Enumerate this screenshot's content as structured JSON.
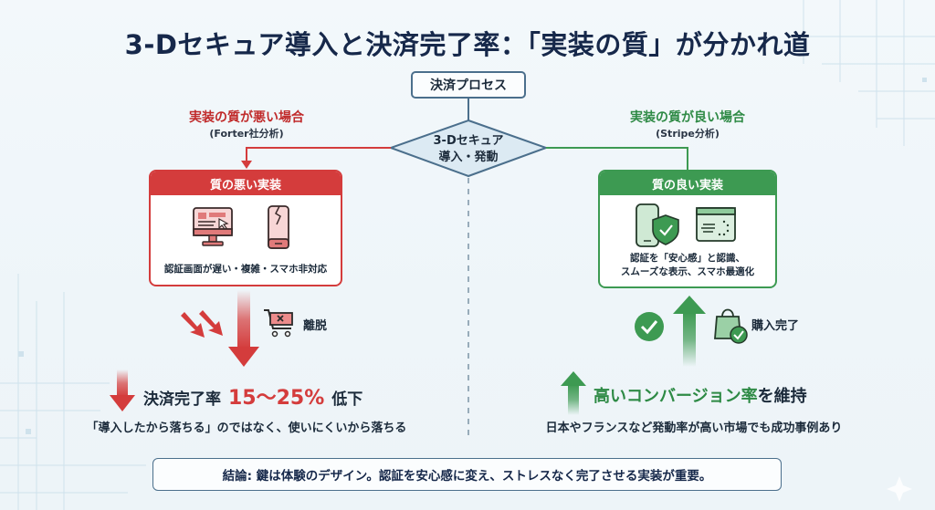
{
  "title": "3-Dセキュア導入と決済完了率：「実装の質」が分かれ道",
  "flow": {
    "process_label": "決済プロセス",
    "decision_line1": "3-Dセキュア",
    "decision_line2": "導入・発動"
  },
  "bad_side": {
    "heading": "実装の質が悪い場合",
    "source": "(Forter社分析)",
    "card_title": "質の悪い実装",
    "icons": [
      "monitor-with-cursor-icon",
      "cracked-phone-icon"
    ],
    "card_text": "認証画面が遅い・複雑・スマホ非対応",
    "cart_label": "離脱",
    "result_prefix": "決済完了率",
    "result_value": "15〜25%",
    "result_suffix": "低下",
    "note": "「導入したから落ちる」のではなく、使いにくいから落ちる",
    "color": "#d43c3c"
  },
  "good_side": {
    "heading": "実装の質が良い場合",
    "source": "(Stripe分析)",
    "card_title": "質の良い実装",
    "icons": [
      "phone-shield-check-icon",
      "loading-window-icon"
    ],
    "card_text_line1": "認証を「安心感」と認識、",
    "card_text_line2": "スムーズな表示、スマホ最適化",
    "bag_label": "購入完了",
    "result_text_green": "高いコンバージョン率",
    "result_text_dark": "を維持",
    "note": "日本やフランスなど発動率が高い市場でも成功事例あり",
    "color": "#3d9a52"
  },
  "conclusion": "結論: 鍵は体験のデザイン。認証を安心感に変え、ストレスなく完了させる実装が重要。"
}
